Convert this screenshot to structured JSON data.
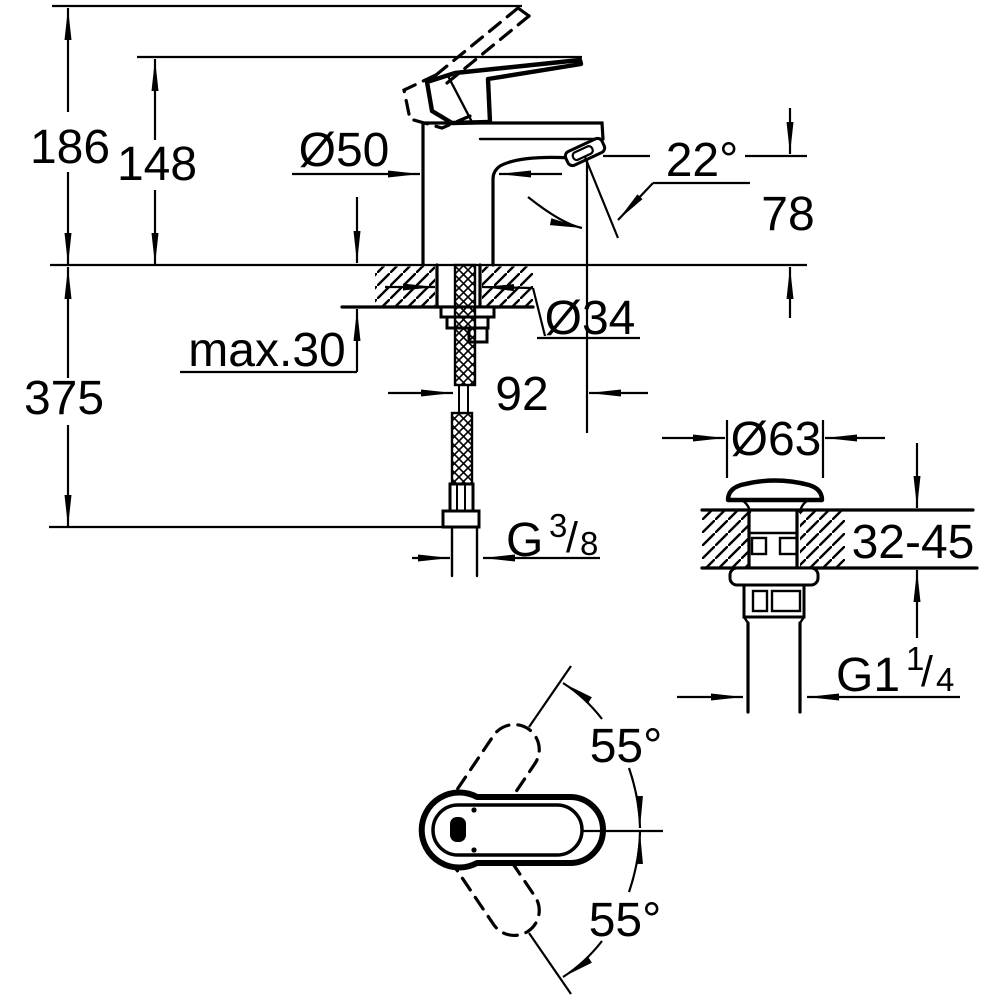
{
  "drawing": {
    "type": "technical-dimension-drawing",
    "subject": "single-lever basin mixer tap with pop-up waste, side view, waste detail and handle swing top view",
    "ink_color": "#000000",
    "background_color": "#ffffff",
    "labels": {
      "height_total": "186",
      "height_to_spout_tip": "148",
      "body_diameter": "Ø50",
      "spout_angle": "22°",
      "spout_outlet_height": "78",
      "max_mounting_thickness": "max.30",
      "mounting_hole_diameter": "Ø34",
      "hose_length_below_deck": "375",
      "spout_projection": "92",
      "supply_thread_g": "G",
      "supply_thread_num": "3",
      "supply_thread_slash": "/",
      "supply_thread_den": "8",
      "waste_flange_diameter": "Ø63",
      "waste_deck_range": "32-45",
      "waste_thread_g": "G1",
      "waste_thread_num": "1",
      "waste_thread_slash": "/",
      "waste_thread_den": "4",
      "handle_swing_upper": "55°",
      "handle_swing_lower": "55°"
    }
  }
}
